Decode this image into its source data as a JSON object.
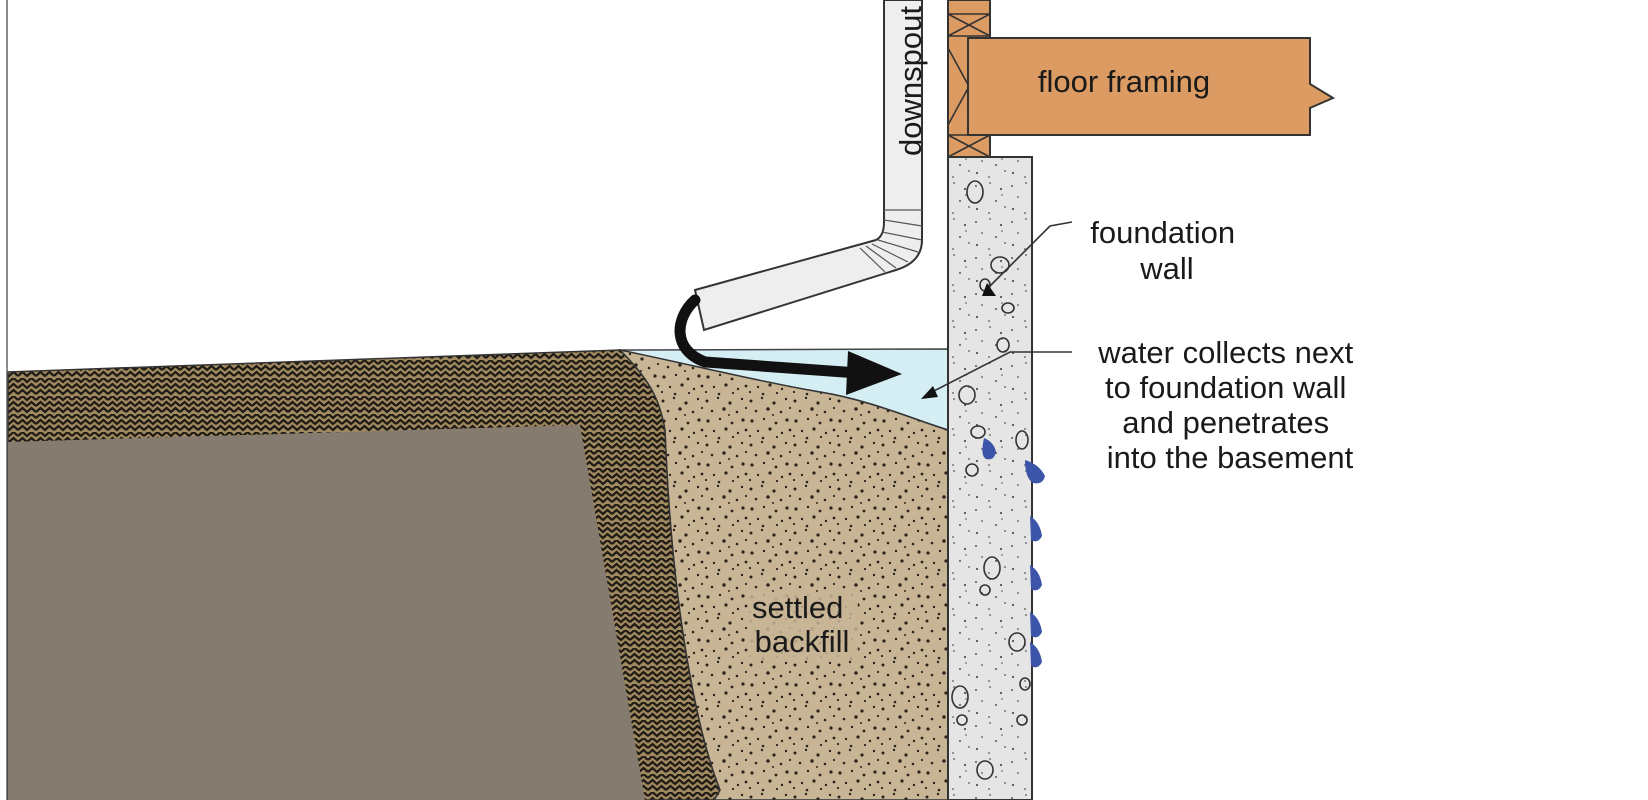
{
  "labels": {
    "downspout": "downspout",
    "floor_framing": "floor framing",
    "foundation_wall": [
      "foundation",
      "wall"
    ],
    "water_collects": [
      "water collects next",
      "to foundation wall",
      "and penetrates",
      "into the basement"
    ],
    "settled_backfill": [
      "settled",
      "backfill"
    ]
  },
  "colors": {
    "soil_dark": "#857b6e",
    "soil_hatch_bg": "#a08860",
    "backfill": "#c8b596",
    "water": "#d4eef4",
    "wood": "#dc9b63",
    "concrete": "#e5e5e5",
    "downspout": "#eeeeee",
    "water_drip": "#3d55a8"
  }
}
